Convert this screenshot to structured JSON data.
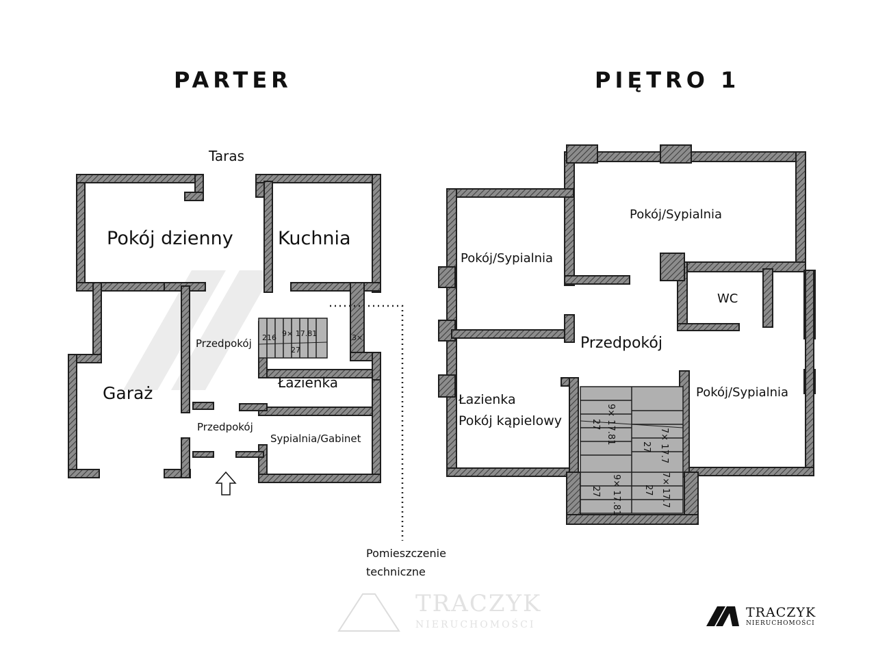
{
  "headings": {
    "ground": "PARTER",
    "first": "PIĘTRO 1"
  },
  "ground_rooms": {
    "terrace": "Taras",
    "living_room": "Pokój dzienny",
    "kitchen": "Kuchnia",
    "hall_upper": "Przedpokój",
    "garage": "Garaż",
    "bathroom": "Łazienka",
    "hall_lower": "Przedpokój",
    "bedroom_office": "Sypialnia/Gabinet"
  },
  "stair_ground": {
    "a": "216",
    "b": "9× 17.81",
    "c": "27",
    "d": "3×"
  },
  "technical_room": {
    "line1": "Pomieszczenie",
    "line2": "techniczne"
  },
  "first_rooms": {
    "bedroom_top": "Pokój/Sypialnia",
    "bedroom_left": "Pokój/Sypialnia",
    "wc": "WC",
    "hall": "Przedpokój",
    "bathroom_line1": "Łazienka",
    "bathroom_line2": "Pokój kąpielowy",
    "bedroom_right": "Pokój/Sypialnia"
  },
  "stair_first": {
    "a": "9× 17.81",
    "b": "27",
    "c": "7× 17.7",
    "d": "27",
    "e": "9× 17.81",
    "f": "27",
    "g": "7× 17.7",
    "h": "27"
  },
  "brand": {
    "name": "TRACZYK",
    "sub": "NIERUCHOMOŚCI"
  },
  "colors": {
    "wall": "#2b2b2b",
    "wall_fill": "#9a9a9a",
    "ink": "#111111",
    "watermark": "#e6e6e6"
  }
}
